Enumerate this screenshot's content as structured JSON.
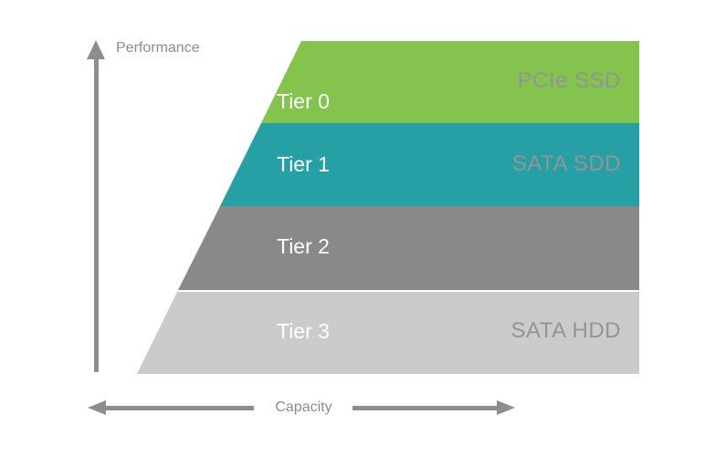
{
  "axes": {
    "performance_label": "Performance",
    "capacity_label": "Capacity"
  },
  "tiers": [
    {
      "name": "Tier 0",
      "tech": "PCIe SSD",
      "color": "#84C34E"
    },
    {
      "name": "Tier 1",
      "tech": "SATA SDD",
      "color": "#26A0A5"
    },
    {
      "name": "Tier 2",
      "tech": "",
      "color": "#898989"
    },
    {
      "name": "Tier 3",
      "tech": "SATA HDD",
      "color": "#CBCBCB"
    }
  ],
  "colors": {
    "axis": "#8D8D8D",
    "axis_text": "#8C8C8C",
    "tier_name_text": "#FFFFFF",
    "tech_text": "#949494",
    "background": "#FFFFFF"
  }
}
